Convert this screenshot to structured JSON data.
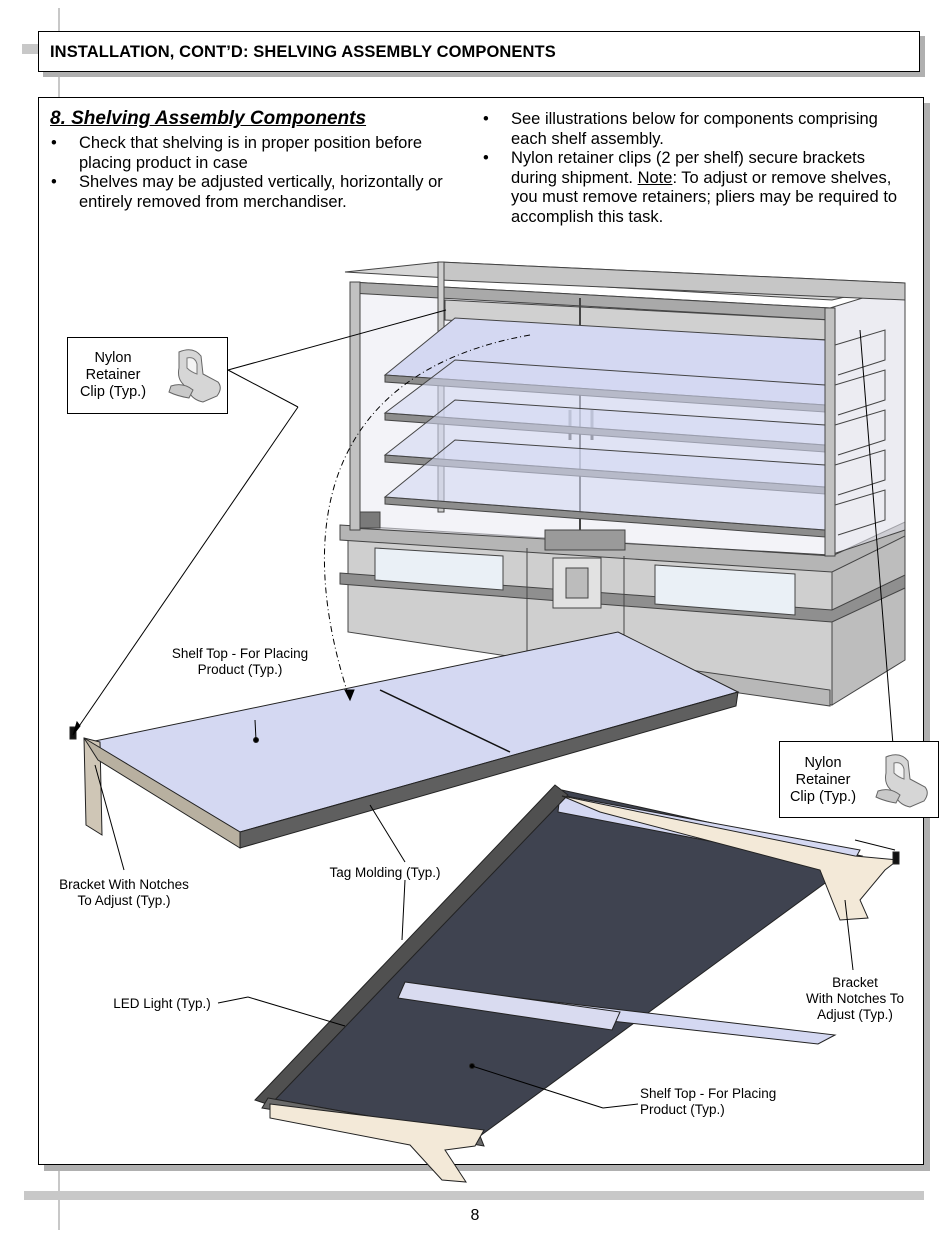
{
  "header": {
    "title": "INSTALLATION, CONT’D: SHELVING ASSEMBLY COMPONENTS"
  },
  "section": {
    "title": "8. Shelving Assembly Components",
    "left_bullets": [
      "Check that shelving is in proper position before placing product in case",
      "Shelves may be adjusted vertically, horizontally or entirely removed from merchandiser."
    ],
    "right_bullets": {
      "b1": "See illustrations below for components comprising each shelf assembly.",
      "b2_pre": "Nylon retainer clips (2 per shelf) secure brackets during shipment. ",
      "b2_note": "Note",
      "b2_post": ": To adjust or remove shelves, you must remove retainers; pliers may be required to accomplish this task."
    }
  },
  "callouts": {
    "clip_left": {
      "l1": "Nylon",
      "l2": "Retainer",
      "l3": "Clip (Typ.)"
    },
    "clip_right": {
      "l1": "Nylon",
      "l2": "Retainer",
      "l3": "Clip (Typ.)"
    },
    "shelf_top_upper": {
      "l1": "Shelf Top - For Placing",
      "l2": "Product (Typ.)"
    },
    "bracket_left": {
      "l1": "Bracket With Notches",
      "l2": "To Adjust (Typ.)"
    },
    "tag_molding": "Tag Molding (Typ.)",
    "led_light": "LED Light (Typ.)",
    "bracket_right": {
      "l1": "Bracket",
      "l2": "With Notches To",
      "l3": "Adjust (Typ.)"
    },
    "shelf_top_lower": {
      "l1": "Shelf Top - For Placing",
      "l2": "Product (Typ.)"
    }
  },
  "icons": [
    "nylon-clip-icon"
  ],
  "colors": {
    "shelf_top": "#d4d8f2",
    "shelf_dark": "#3f4350",
    "bracket": "#f3e9d8",
    "case_frame": "#c9c9c9"
  },
  "footer": {
    "page_number": "8"
  }
}
